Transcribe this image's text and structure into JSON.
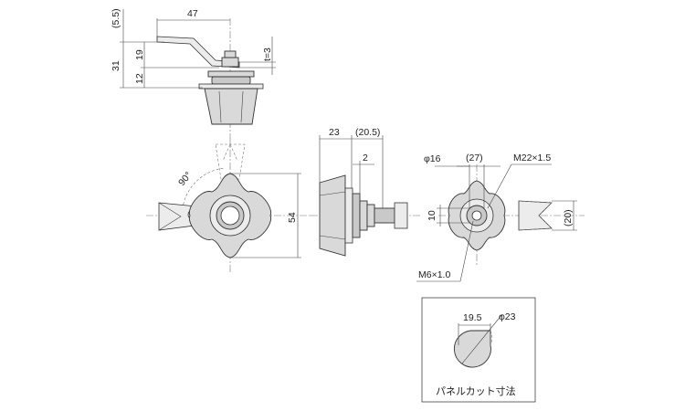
{
  "dimensions": {
    "top_5_5": "(5.5)",
    "top_47": "47",
    "top_31": "31",
    "top_19": "19",
    "top_12": "12",
    "top_t3": "t=3",
    "front_90": "90°",
    "front_54": "54",
    "side_23": "23",
    "side_20_5": "(20.5)",
    "side_2": "2",
    "right_phi16": "φ16",
    "right_27": "(27)",
    "right_m22": "M22×1.5",
    "right_10": "10",
    "right_20": "(20)",
    "right_m6": "M6×1.0",
    "cut_19_5": "19.5",
    "cut_phi23": "φ23"
  },
  "panel_cut": {
    "label": "パネルカット寸法"
  },
  "colors": {
    "part_fill": "#d9d9d9",
    "line": "#333333"
  }
}
